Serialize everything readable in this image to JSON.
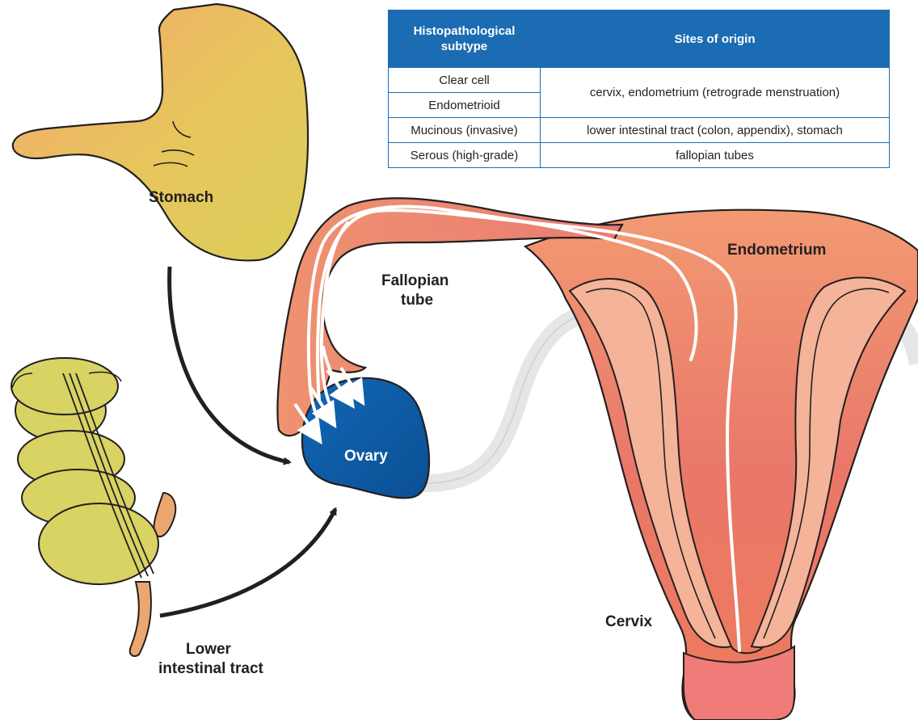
{
  "labels": {
    "stomach": "Stomach",
    "lower_intestinal_line1": "Lower",
    "lower_intestinal_line2": "intestinal tract",
    "fallopian_line1": "Fallopian",
    "fallopian_line2": "tube",
    "ovary": "Ovary",
    "endometrium": "Endometrium",
    "cervix": "Cervix"
  },
  "table": {
    "headers": [
      "Histopathological subtype",
      "Sites of origin"
    ],
    "rows": [
      {
        "subtype": "Clear cell",
        "site": "cervix, endometrium (retrograde menstruation)"
      },
      {
        "subtype": "Endometrioid",
        "site": ""
      },
      {
        "subtype": "Mucinous (invasive)",
        "site": "lower intestinal tract (colon, appendix), stomach"
      },
      {
        "subtype": "Serous (high-grade)",
        "site": "fallopian tubes"
      }
    ]
  },
  "colors": {
    "table_header": "#1b6cb3",
    "stomach_fill": "#e8c25a",
    "intestine_fill": "#d9d462",
    "ovary_fill": "#0e5ea8",
    "uterus_fill": "#ec7a63",
    "tube_fill": "#ee8a78",
    "arrow": "#231f20"
  }
}
